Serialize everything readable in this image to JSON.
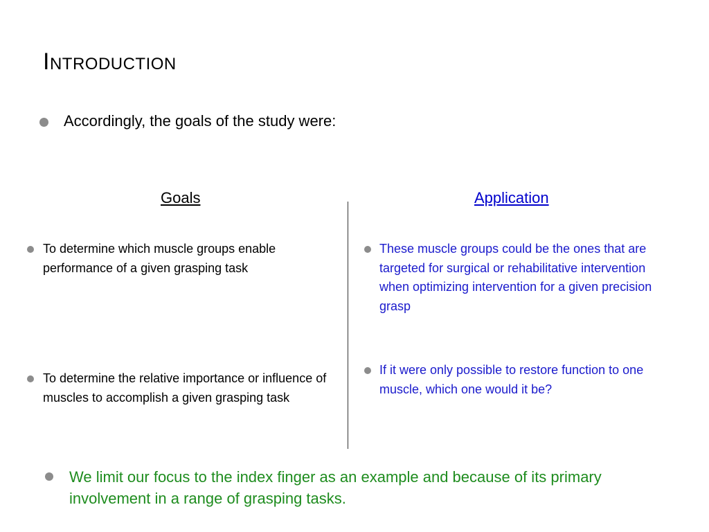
{
  "slide": {
    "title": "Introduction",
    "intro": "Accordingly, the goals of the study were:",
    "goals": {
      "heading": "Goals",
      "items": [
        "To determine which muscle groups enable performance of a given grasping task",
        "To determine the relative importance or influence of muscles to accomplish a given grasping task"
      ]
    },
    "application": {
      "heading": "Application",
      "items": [
        "These muscle groups could be the ones that are targeted for surgical or rehabilitative intervention when optimizing intervention for a given precision grasp",
        "If it were only possible to restore function to one muscle, which one would it be?"
      ]
    },
    "footer": "We limit our focus to the index finger as an example and because of its primary involvement in a range of grasping tasks."
  },
  "colors": {
    "application_text": "#1a1acc",
    "footer_text": "#1e8c1e",
    "bullet": "#8c8c8c"
  }
}
